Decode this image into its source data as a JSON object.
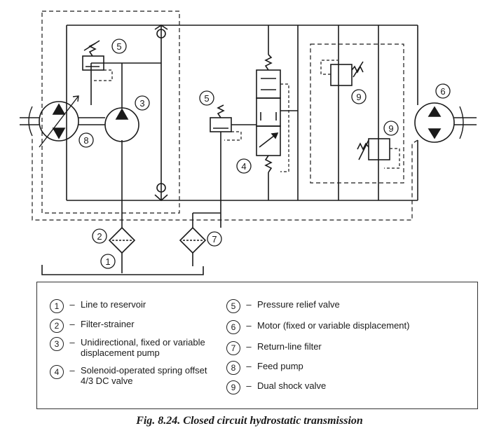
{
  "diagram": {
    "callouts": [
      "5",
      "3",
      "8",
      "5",
      "4",
      "9",
      "9",
      "6",
      "2",
      "7",
      "1"
    ]
  },
  "legend": {
    "left": [
      {
        "num": "1",
        "text": "Line to reservoir"
      },
      {
        "num": "2",
        "text": "Filter-strainer"
      },
      {
        "num": "3",
        "text": "Unidirectional, fixed or variable displacement pump"
      },
      {
        "num": "4",
        "text": "Solenoid-operated spring offset 4/3 DC valve"
      }
    ],
    "right": [
      {
        "num": "5",
        "text": "Pressure relief valve"
      },
      {
        "num": "6",
        "text": "Motor (fixed or variable displacement)"
      },
      {
        "num": "7",
        "text": "Return-line filter"
      },
      {
        "num": "8",
        "text": "Feed pump"
      },
      {
        "num": "9",
        "text": "Dual shock valve"
      }
    ],
    "separator": "–"
  },
  "caption": "Fig. 8.24. Closed circuit hydrostatic transmission"
}
